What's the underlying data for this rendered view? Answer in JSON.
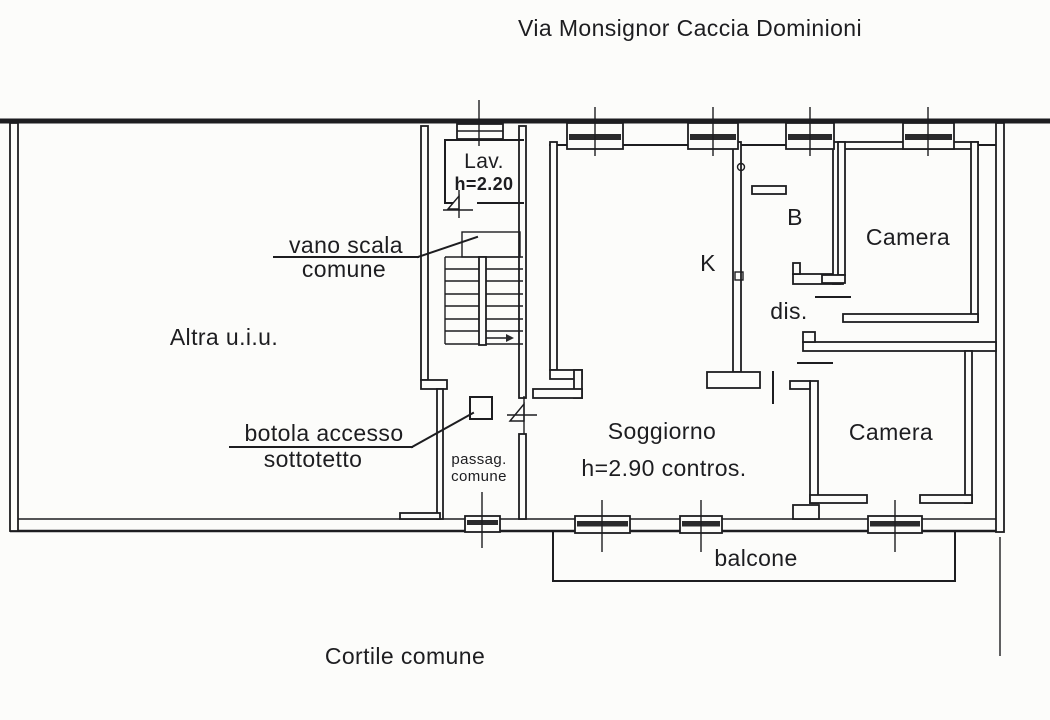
{
  "street": "Via Monsignor Caccia Dominioni",
  "rooms": {
    "lav": "Lav.",
    "lav_height": "h=2.20",
    "vano_scala_line1": "vano scala",
    "vano_scala_line2": "comune",
    "altra_uiu": "Altra u.i.u.",
    "botola_line1": "botola accesso",
    "botola_line2": "sottotetto",
    "passag_line1": "passag.",
    "passag_line2": "comune",
    "kitchen": "K",
    "bath": "B",
    "dis": "dis.",
    "camera_top": "Camera",
    "camera_bottom": "Camera",
    "soggiorno": "Soggiorno",
    "soggiorno_height": "h=2.90 contros.",
    "balcone": "balcone",
    "cortile": "Cortile comune"
  },
  "colors": {
    "paper": "#fcfcfa",
    "ink": "#1d1d20"
  }
}
